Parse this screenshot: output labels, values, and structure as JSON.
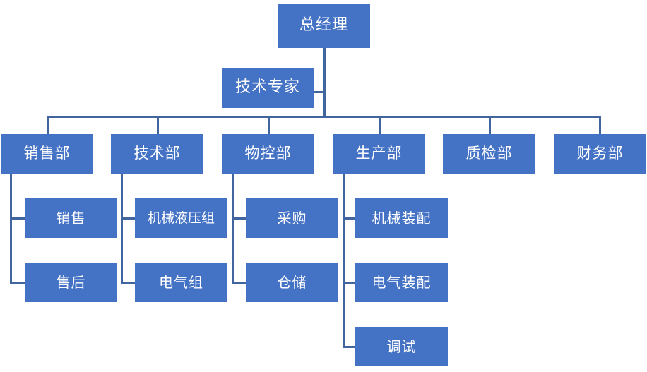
{
  "diagram": {
    "type": "org-chart",
    "title_node": "总经理",
    "colors": {
      "node_fill": "#4472C4",
      "node_text": "#FFFFFF",
      "connector": "#41659E",
      "background": "#FFFFFF"
    },
    "nodes": {
      "general_manager": "总经理",
      "technical_expert": "技术专家",
      "dept_sales": "销售部",
      "dept_technical": "技术部",
      "dept_material_control": "物控部",
      "dept_production": "生产部",
      "dept_quality": "质检部",
      "dept_finance": "财务部",
      "sales_sales": "销售",
      "sales_aftersales": "售后",
      "tech_mech_hydraulic": "机械液压组",
      "tech_electrical": "电气组",
      "mc_procurement": "采购",
      "mc_warehouse": "仓储",
      "prod_mech_assembly": "机械装配",
      "prod_elec_assembly": "电气装配",
      "prod_commissioning": "调试"
    }
  }
}
